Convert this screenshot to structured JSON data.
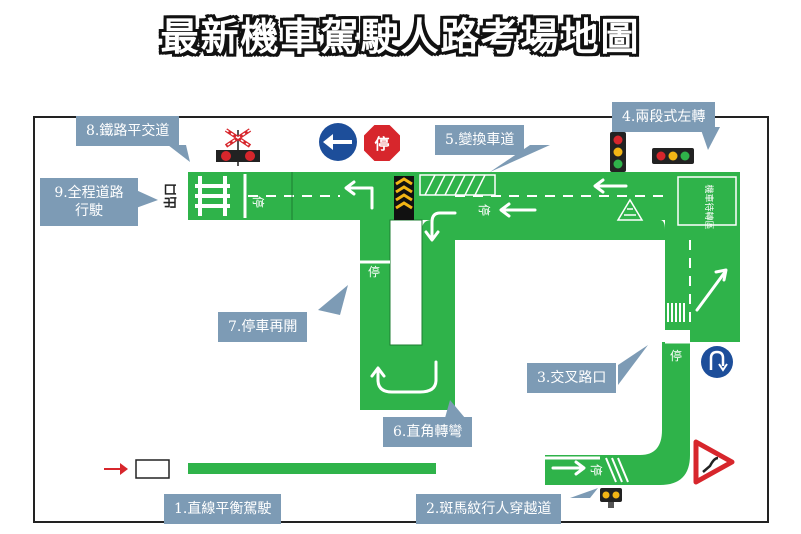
{
  "title": "最新機車駕駛人路考場地圖",
  "road_markings": {
    "stop": "停",
    "stop_rotated": "停",
    "exit": "出口",
    "waiting_zone": "機車待轉區"
  },
  "signs": {
    "no_entry_text": "停",
    "one_way": "left-arrow-sign-icon",
    "u_turn": "u-turn-sign-icon",
    "warning_curve": "right-curve-warning-icon",
    "railway_crossing": "railway-crossing-signal-icon",
    "traffic_light_horizontal": "traffic-light-horizontal-icon",
    "traffic_light_vertical": "traffic-light-vertical-icon",
    "pedestrian_light": "pedestrian-signal-icon"
  },
  "colors": {
    "road": "#2fb34a",
    "road_edge": "#1e7d31",
    "label_bg": "#7d9bb5",
    "sign_blue": "#1d4e9a",
    "sign_red": "#d7262c"
  },
  "stations": [
    {
      "id": 1,
      "text": "1.直線平衡駕駛"
    },
    {
      "id": 2,
      "text": "2.斑馬紋行人穿越道"
    },
    {
      "id": 3,
      "text": "3.交叉路口"
    },
    {
      "id": 4,
      "text": "4.兩段式左轉"
    },
    {
      "id": 5,
      "text": "5.變換車道"
    },
    {
      "id": 6,
      "text": "6.直角轉彎"
    },
    {
      "id": 7,
      "text": "7.停車再開"
    },
    {
      "id": 8,
      "text": "8.鐵路平交道"
    },
    {
      "id": 9,
      "text": "9.全程道路行駛"
    }
  ]
}
